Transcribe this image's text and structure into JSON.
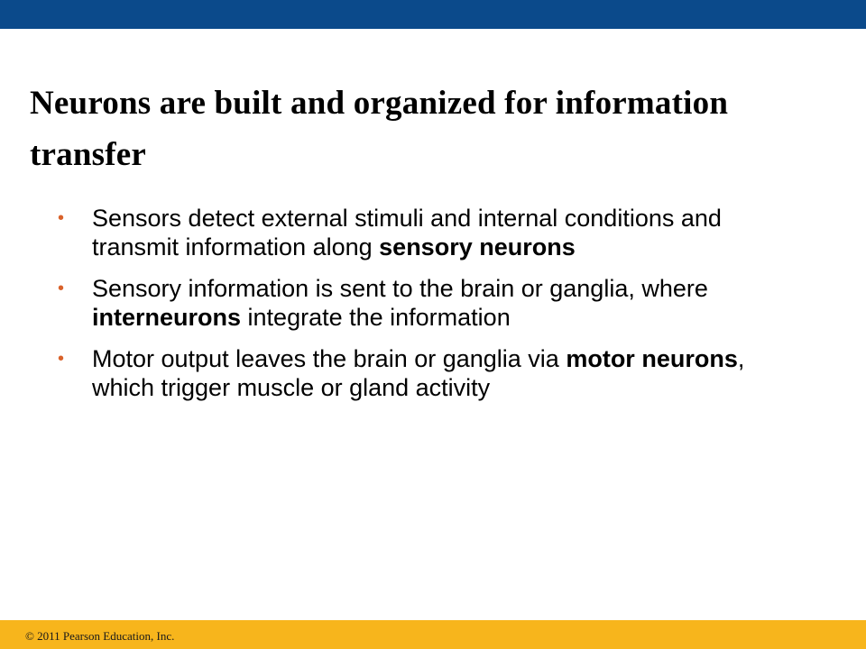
{
  "slide": {
    "title": "Neurons are built and organized for information transfer",
    "bullet_marker": "•",
    "bullets": [
      [
        {
          "text": "Sensors detect external stimuli and internal conditions and transmit information along ",
          "bold": false
        },
        {
          "text": "sensory neurons",
          "bold": true
        }
      ],
      [
        {
          "text": "Sensory information is sent to the brain or ganglia, where ",
          "bold": false
        },
        {
          "text": "interneurons",
          "bold": true
        },
        {
          "text": " integrate the information",
          "bold": false
        }
      ],
      [
        {
          "text": "Motor output leaves the brain or ganglia via ",
          "bold": false
        },
        {
          "text": "motor neurons",
          "bold": true
        },
        {
          "text": ", which trigger muscle or gland activity",
          "bold": false
        }
      ]
    ],
    "footer": {
      "copyright": "© 2011 Pearson Education, Inc."
    },
    "colors": {
      "top_bar": "#0b4a8b",
      "footer_bar": "#f7b51c",
      "bullet_marker": "#d9622b"
    }
  }
}
